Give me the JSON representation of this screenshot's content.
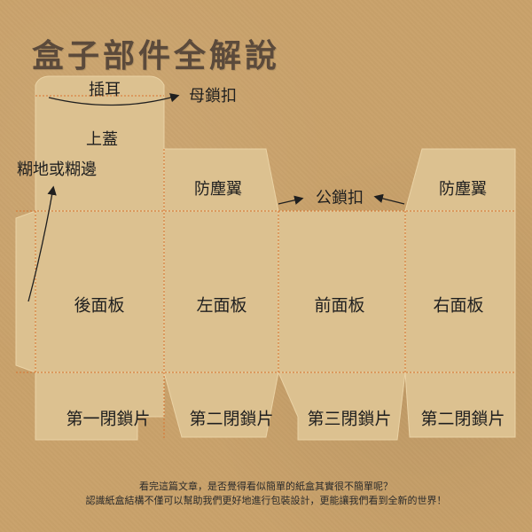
{
  "title": "盒子部件全解說",
  "labels": {
    "insert_tab": "插耳",
    "female_lock": "母鎖扣",
    "top_lid": "上蓋",
    "glue_area": "糊地或糊邊",
    "dust_flap_left": "防塵翼",
    "male_lock": "公鎖扣",
    "dust_flap_right": "防塵翼",
    "back_panel": "後面板",
    "left_panel": "左面板",
    "front_panel": "前面板",
    "right_panel": "右面板",
    "lock_1": "第一閉鎖片",
    "lock_2": "第二閉鎖片",
    "lock_3": "第三閉鎖片",
    "lock_4": "第二閉鎖片"
  },
  "footer": {
    "line1": "看完這篇文章，是否覺得看似簡單的紙盒其實很不簡單呢？",
    "line2": "認識紙盒結構不僅可以幫助我們更好地進行包裝設計，更能讓我們看到全新的世界！"
  },
  "colors": {
    "background": "#c9a26b",
    "panel": "#dcc190",
    "fold_line": "#d8732e",
    "title": "#5b4a3b"
  }
}
